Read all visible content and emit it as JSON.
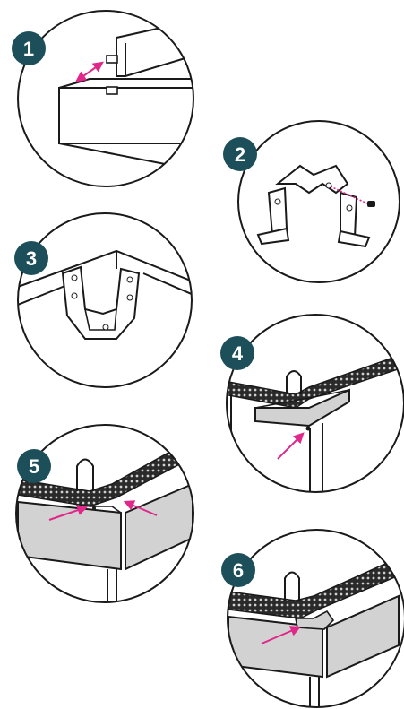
{
  "colors": {
    "badge": "#1c4f5a",
    "arrow": "#e0288a",
    "outline": "#1a1a1a",
    "panel_gray": "#d2d2d2",
    "mesh": "#3a3a3a"
  },
  "steps": [
    {
      "number": "1",
      "icon": "slide-post-into-rail"
    },
    {
      "number": "2",
      "icon": "corner-bracket-screw"
    },
    {
      "number": "3",
      "icon": "bracket-inside-corner"
    },
    {
      "number": "4",
      "icon": "fit-corner-cover"
    },
    {
      "number": "5",
      "icon": "press-side-panels"
    },
    {
      "number": "6",
      "icon": "final-corner-press"
    }
  ]
}
